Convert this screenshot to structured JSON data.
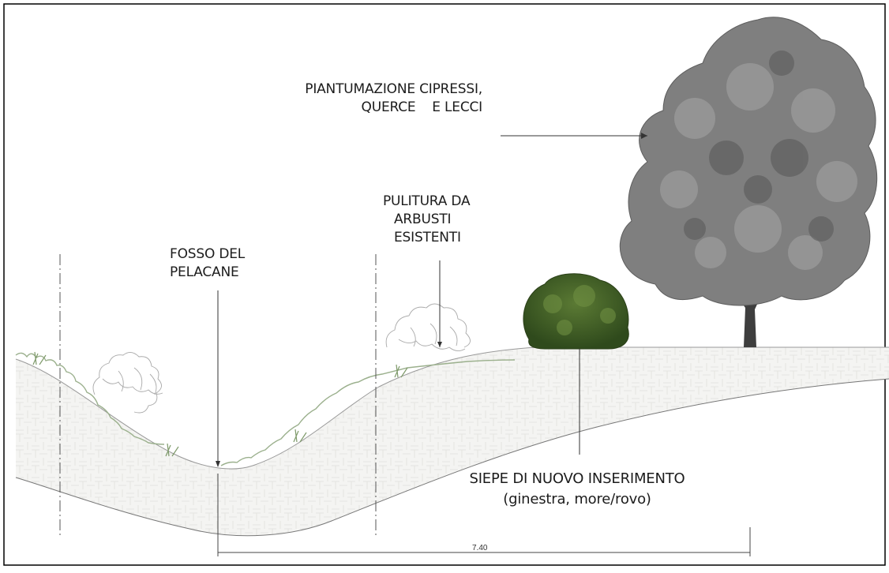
{
  "labels": {
    "trees": [
      "PIANTUMAZIONE CIPRESSI,",
      "QUERCE    E LECCI"
    ],
    "cleaning": [
      "PULITURA DA",
      "ARBUSTI",
      "ESISTENTI"
    ],
    "ditch": [
      "FOSSO DEL",
      "PELACANE"
    ],
    "hedge": [
      "SIEPE DI NUOVO INSERIMENTO",
      "(ginestra, more/rovo)"
    ]
  },
  "dimension": {
    "value": "7.40"
  },
  "colors": {
    "ground_fill": "#f4f4f2",
    "hatch": "#e2e2df",
    "vegetation": "#9bb08d",
    "tree_foliage": "#7f7f7f",
    "bush": "#3d5a24",
    "line": "#333333"
  }
}
